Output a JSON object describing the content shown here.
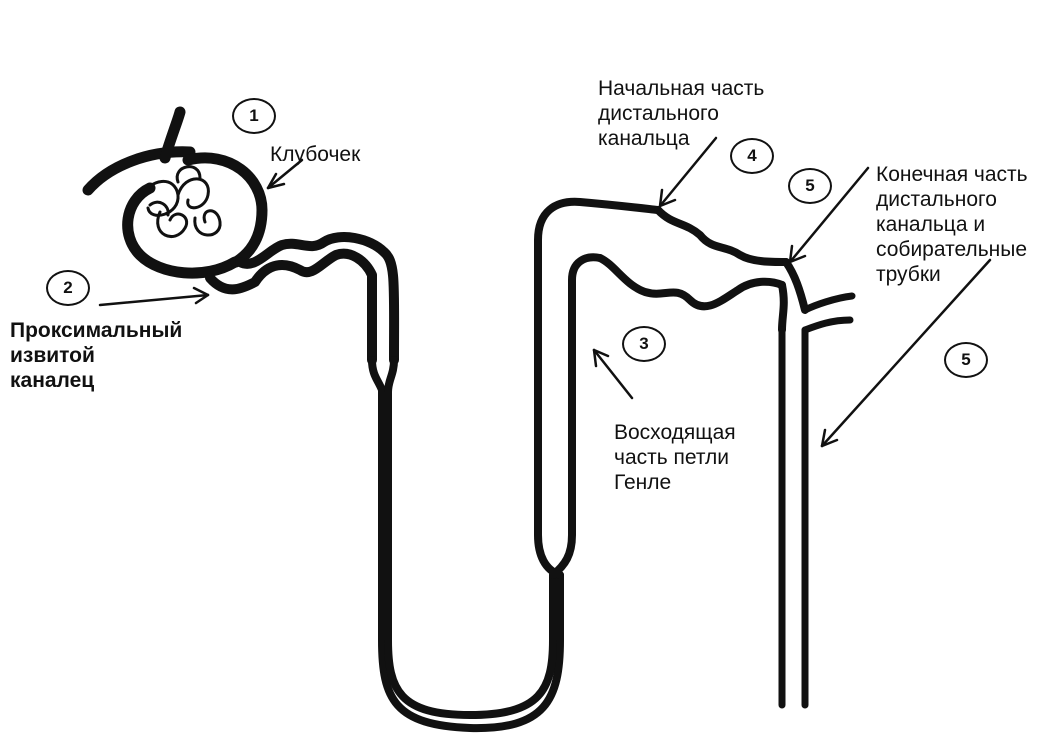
{
  "labels": {
    "glomerulus": "Клубочек",
    "proximal": [
      "Проксимальный",
      "извитой",
      "каналец"
    ],
    "ascending": [
      "Восходящая",
      "часть петли",
      "Генле"
    ],
    "distal_start": [
      "Начальная часть",
      "дистального",
      "канальца"
    ],
    "distal_end": [
      "Конечная часть",
      "дистального",
      "канальца и",
      "собирательные",
      "трубки"
    ]
  },
  "markers": {
    "m1": "1",
    "m2": "2",
    "m3": "3",
    "m4": "4",
    "m5a": "5",
    "m5b": "5"
  },
  "colors": {
    "ink": "#111111",
    "paper": "#ffffff"
  }
}
